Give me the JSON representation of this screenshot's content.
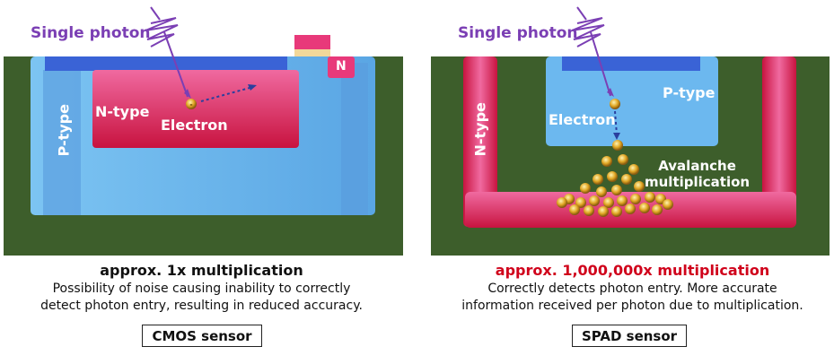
{
  "cmos": {
    "photon_label": "Single photon",
    "n_region_label": "N-type",
    "electron_label": "Electron",
    "p_region_label": "P-type",
    "n_tag": "N",
    "title": "approx. 1x multiplication",
    "description_line1": "Possibility of noise causing inability to correctly",
    "description_line2": "detect photon entry, resulting in reduced accuracy.",
    "sensor_label": "CMOS sensor"
  },
  "spad": {
    "photon_label": "Single photon",
    "p_region_label": "P-type",
    "electron_label": "Electron",
    "n_region_label": "N-type",
    "avalanche_label_line1": "Avalanche",
    "avalanche_label_line2": "multiplication",
    "title": "approx. 1,000,000x multiplication",
    "description_line1": "Correctly detects photon entry. More accurate",
    "description_line2": "information received per photon due to multiplication.",
    "sensor_label": "SPAD sensor"
  },
  "colors": {
    "background_green": "#3d5e2b",
    "p_type_blue": "#6cb8ef",
    "n_type_pink": "#e8397a",
    "photon_purple": "#7b3fb4",
    "electron_gold": "#d9a520",
    "highlight_red": "#d0021b"
  },
  "icons": [
    "photon-wave-icon",
    "electron-icon"
  ]
}
